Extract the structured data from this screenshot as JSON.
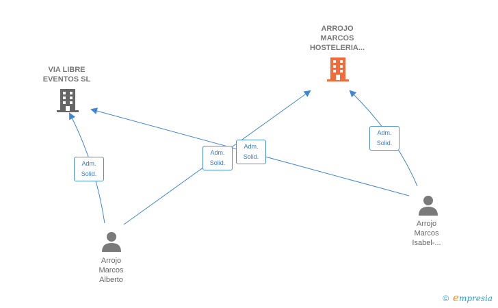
{
  "nodes": {
    "via_libre": {
      "label_line1": "VIA LIBRE",
      "label_line2": "EVENTOS  SL"
    },
    "arrojo_hosteleria": {
      "label_line1": "ARROJO",
      "label_line2": "MARCOS",
      "label_line3": "HOSTELERIA..."
    },
    "arrojo_alberto": {
      "label_line1": "Arrojo",
      "label_line2": "Marcos",
      "label_line3": "Alberto"
    },
    "arrojo_isabel": {
      "label_line1": "Arrojo",
      "label_line2": "Marcos",
      "label_line3": "Isabel-..."
    }
  },
  "relations": [
    {
      "line1": "Adm.",
      "line2": "Solid."
    },
    {
      "line1": "Adm.",
      "line2": "Solid."
    },
    {
      "line1": "Adm.",
      "line2": "Solid."
    },
    {
      "line1": "Adm.",
      "line2": "Solid."
    }
  ],
  "colors": {
    "edge": "#3f86d6",
    "company_main": "#f26b3a",
    "company": "#666666",
    "person": "#7a7a7a"
  },
  "footer": {
    "copyright": "©",
    "brand_initial": "e",
    "brand_rest": "mpresia"
  }
}
